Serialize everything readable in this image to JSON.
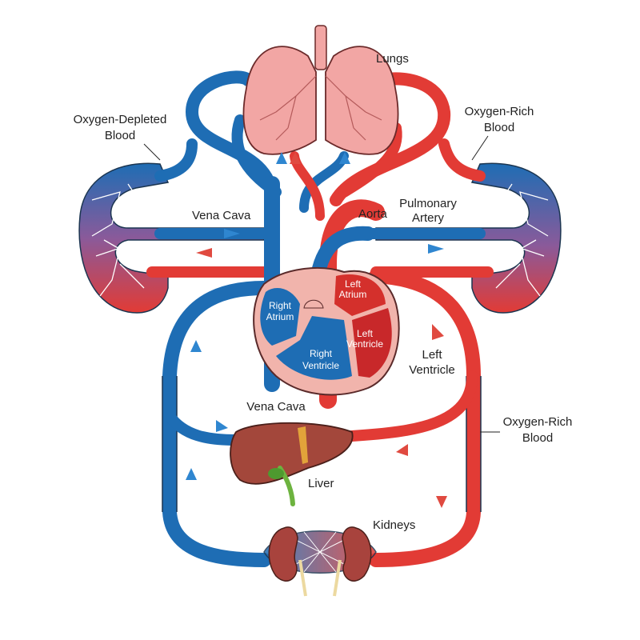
{
  "labels": {
    "lungs": "Lungs",
    "oxygen_depleted": [
      "Oxygen-Depleted",
      "Blood"
    ],
    "oxygen_rich_top": [
      "Oxygen-Rich",
      "Blood"
    ],
    "vena_cava_top": "Vena Cava",
    "aorta": "Aorta",
    "pulmonary_artery": [
      "Pulmonary",
      "Artery"
    ],
    "right_atrium": [
      "Right",
      "Atrium"
    ],
    "left_atrium": [
      "Left",
      "Atrium"
    ],
    "left_ventricle_inner": [
      "Left",
      "Ventricle"
    ],
    "right_ventricle": [
      "Right",
      "Ventricle"
    ],
    "left_ventricle_outer": [
      "Left",
      "Ventricle"
    ],
    "vena_cava_bottom": "Vena Cava",
    "oxygen_rich_bottom": [
      "Oxygen-Rich",
      "Blood"
    ],
    "liver": "Liver",
    "kidneys": "Kidneys"
  },
  "colors": {
    "oxygen_depleted": "#1e6db4",
    "oxygen_rich": "#e23b35",
    "lungs": "#f2a6a4",
    "heart_wall": "#f1b4ac",
    "liver": "#a3473b",
    "kidney": "#a8433d"
  }
}
